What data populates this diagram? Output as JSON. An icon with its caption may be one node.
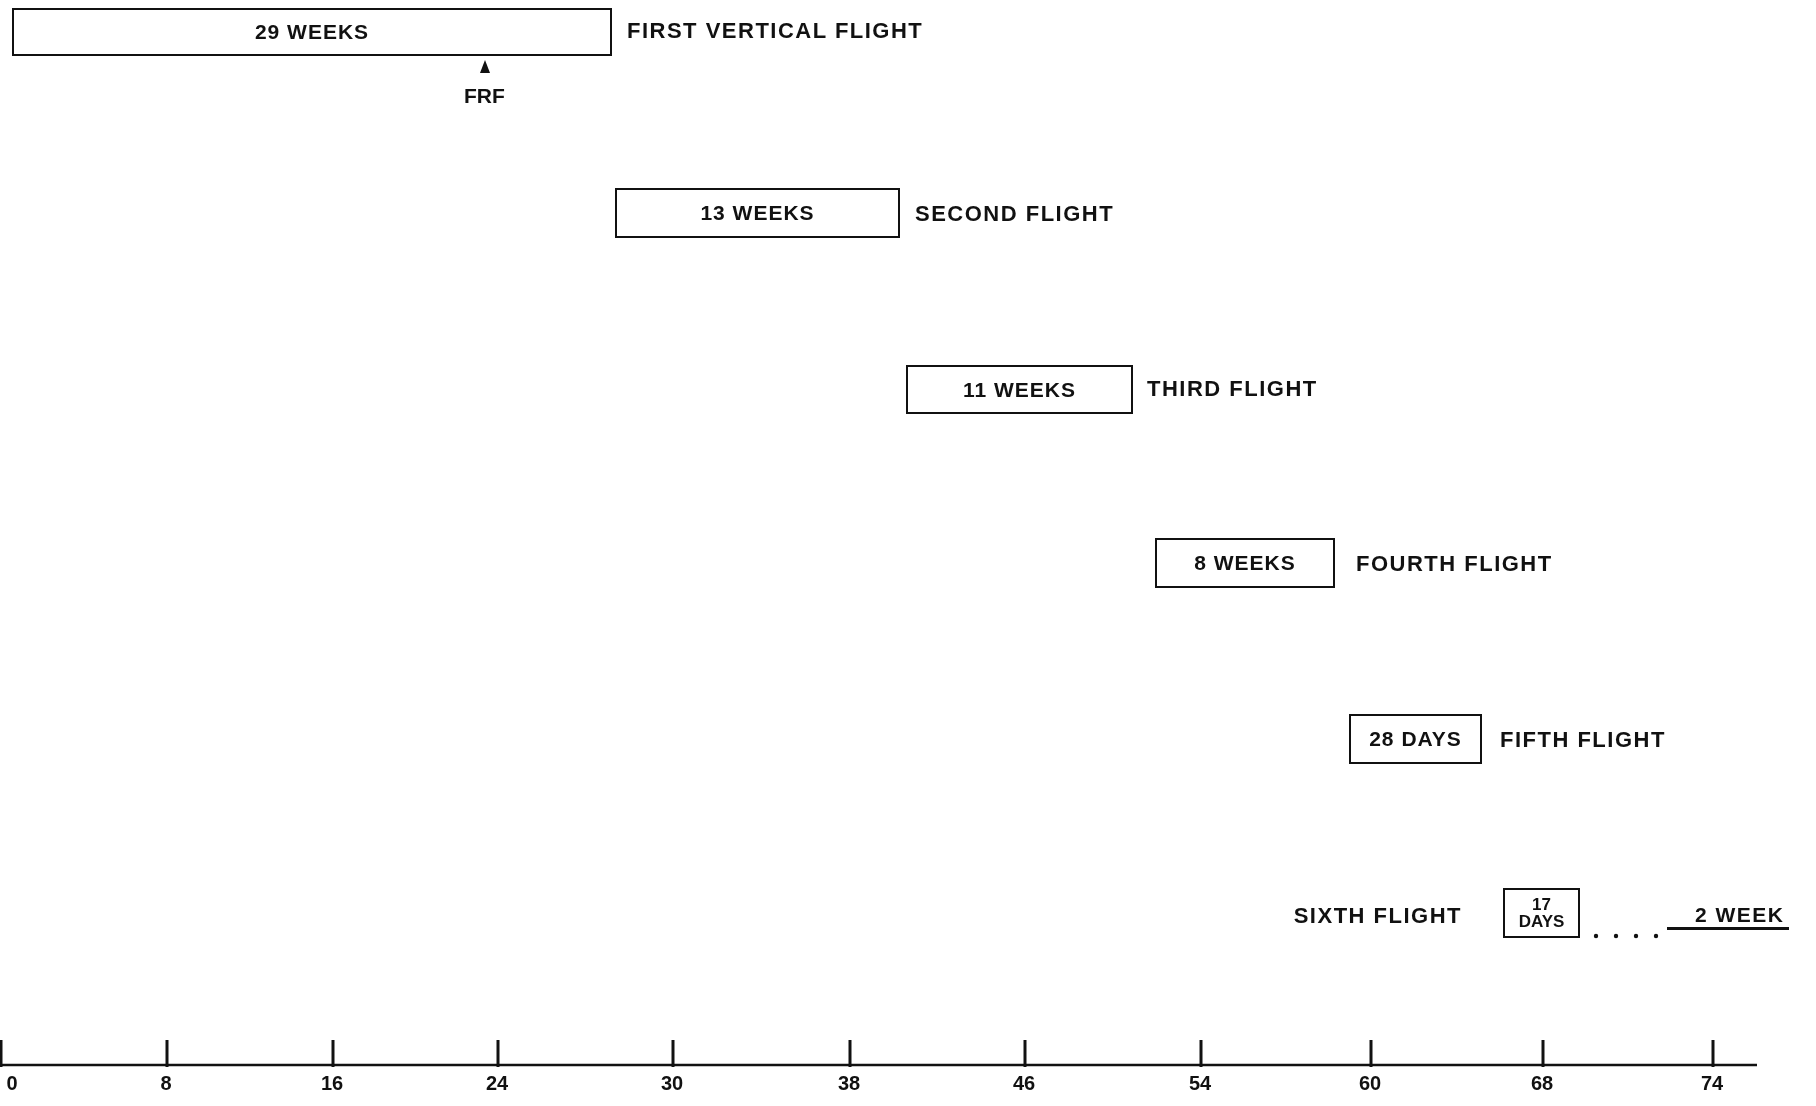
{
  "diagram": {
    "nodes": [
      {
        "text": [
          "29 WEEKS"
        ],
        "beside": [
          "FIRST VERTICAL FLIGHT"
        ]
      },
      {
        "text": [
          "13 WEEKS"
        ],
        "beside": [
          "SECOND FLIGHT"
        ]
      },
      {
        "text": [
          "11 WEEKS"
        ],
        "beside": [
          "THIRD FLIGHT"
        ]
      },
      {
        "text": [
          "8 WEEKS"
        ],
        "beside": [
          "FOURTH FLIGHT"
        ]
      },
      {
        "text": [
          "28 DAYS"
        ],
        "beside": [
          "FIFTH FLIGHT"
        ]
      },
      {
        "text": [
          "17 DAYS"
        ],
        "beside": [
          "SIXTH FLIGHT"
        ]
      }
    ],
    "labels": [
      "FRF",
      "2 WEEK",
      "0",
      "8",
      "16",
      "24",
      "30",
      "38",
      "46",
      "54",
      "60",
      "68",
      "74"
    ]
  }
}
